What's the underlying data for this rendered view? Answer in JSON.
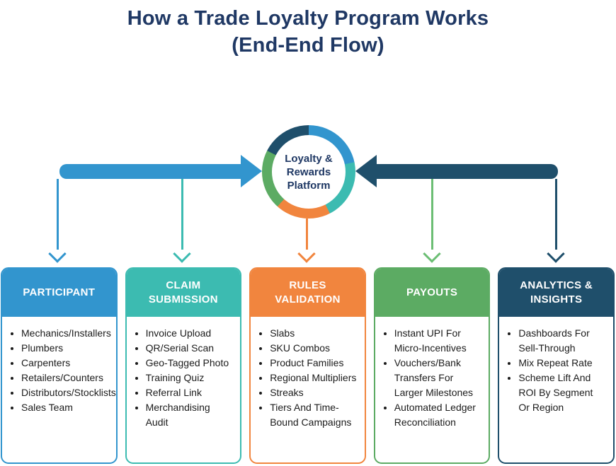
{
  "title": {
    "line1": "How a Trade Loyalty Program Works",
    "line2": "(End-End Flow)"
  },
  "platform": {
    "label": "Loyalty & Rewards Platform"
  },
  "colors": {
    "blue": "#3295CE",
    "teal": "#3CBBB1",
    "orange": "#F1853E",
    "green": "#5CAB63",
    "green_arrow": "#6CBE74",
    "navy": "#1F4F6B",
    "title_navy": "#1F3864",
    "body_text": "#1B1B1B"
  },
  "donut": {
    "segments": [
      {
        "name": "blue",
        "color": "#3295CE",
        "start_deg": 0,
        "end_deg": 78
      },
      {
        "name": "teal",
        "color": "#3CBBB1",
        "start_deg": 78,
        "end_deg": 153
      },
      {
        "name": "orange",
        "color": "#F1853E",
        "start_deg": 153,
        "end_deg": 222
      },
      {
        "name": "green",
        "color": "#5CAB63",
        "start_deg": 222,
        "end_deg": 297
      },
      {
        "name": "navy",
        "color": "#1F4F6B",
        "start_deg": 297,
        "end_deg": 360
      }
    ]
  },
  "cards": [
    {
      "title": "PARTICIPANT",
      "color": "#3295CE",
      "items": [
        "Mechanics/Installers",
        "Plumbers",
        "Carpenters",
        "Retailers/Counters",
        "Distributors/Stocklists",
        "Sales Team"
      ]
    },
    {
      "title": "CLAIM SUBMISSION",
      "color": "#3CBBB1",
      "items": [
        "Invoice Upload",
        "QR/Serial Scan",
        "Geo-Tagged Photo",
        "Training Quiz",
        "Referral Link",
        "Merchandising Audit"
      ]
    },
    {
      "title": "RULES VALIDATION",
      "color": "#F1853E",
      "items": [
        "Slabs",
        "SKU Combos",
        "Product Families",
        "Regional Multipliers",
        "Streaks",
        "Tiers And Time-Bound Campaigns"
      ]
    },
    {
      "title": "PAYOUTS",
      "color": "#5CAB63",
      "items": [
        "Instant UPI For Micro-Incentives",
        "Vouchers/Bank Transfers For Larger Milestones",
        "Automated Ledger Reconciliation"
      ]
    },
    {
      "title": "ANALYTICS & INSIGHTS",
      "color": "#1F4F6B",
      "items": [
        "Dashboards For Sell-Through",
        "Mix Repeat Rate",
        "Scheme Lift And ROI By Segment Or Region"
      ]
    }
  ]
}
